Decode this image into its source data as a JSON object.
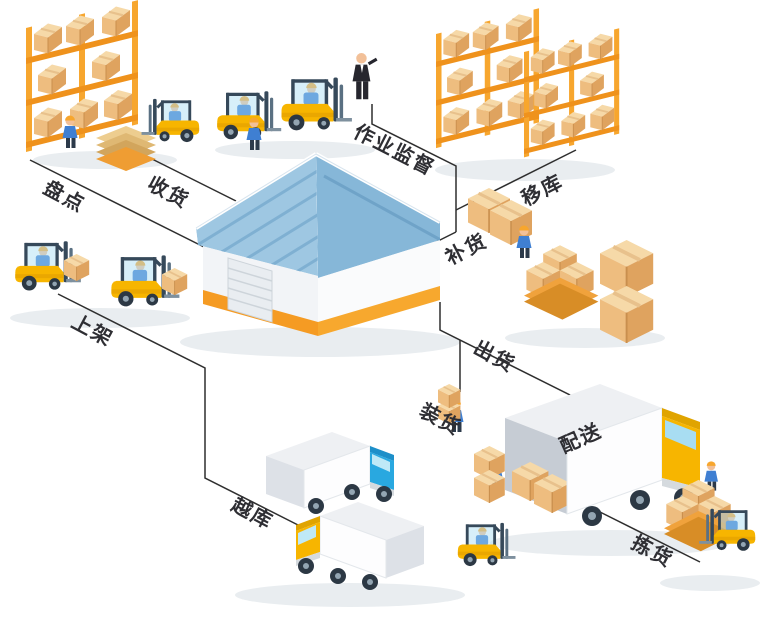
{
  "diagram": {
    "background": "#ffffff",
    "line_color": "#2f2f2f",
    "palette": {
      "orange": "#f59b23",
      "forklift_yellow": "#f7b500",
      "truck_blue": "#29a8e0",
      "roof_blue": "#9ec7e2",
      "carton_tan": "#eebd7f"
    },
    "labels": {
      "stocktake": "盘点",
      "receive": "收货",
      "supervise": "作业监督",
      "move": "移库",
      "replenish": "补货",
      "shelve": "上架",
      "ship": "出货",
      "load": "装货",
      "deliver": "配送",
      "pick": "拣货",
      "crossdock": "越库"
    }
  }
}
